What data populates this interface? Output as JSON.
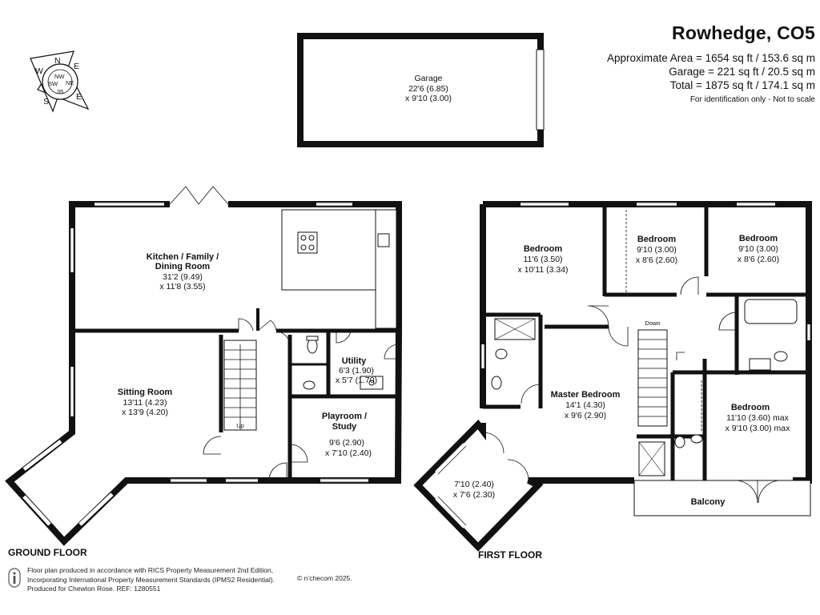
{
  "header": {
    "title": "Rowhedge, CO5",
    "approx_area": "Approximate Area = 1654 sq ft / 153.6 sq m",
    "garage_area": "Garage = 221 sq ft / 20.5 sq m",
    "total_area": "Total = 1875 sq ft / 174.1 sq m",
    "disclaimer": "For identification only - Not to scale"
  },
  "compass": {
    "n": "N",
    "e": "E",
    "s": "S",
    "w": "W",
    "nw": "NW",
    "ne": "NE",
    "sw": "SW",
    "deg": "35"
  },
  "garage": {
    "name": "Garage",
    "dim1": "22'6 (6.85)",
    "dim2": "x 9'10 (3.00)"
  },
  "ground_floor": {
    "label": "GROUND FLOOR",
    "kitchen": {
      "name1": "Kitchen / Family /",
      "name2": "Dining Room",
      "dim1": "31'2 (9.49)",
      "dim2": "x 11'8 (3.55)"
    },
    "sitting": {
      "name": "Sitting Room",
      "dim1": "13'11 (4.23)",
      "dim2": "x 13'9 (4.20)"
    },
    "utility": {
      "name": "Utility",
      "dim1": "6'3 (1.90)",
      "dim2": "x 5'7 (1.70)"
    },
    "playroom": {
      "name1": "Playroom /",
      "name2": "Study",
      "dim1": "9'6 (2.90)",
      "dim2": "x 7'10 (2.40)"
    },
    "stairs": "Up"
  },
  "first_floor": {
    "label": "FIRST FLOOR",
    "bedroom1": {
      "name": "Bedroom",
      "dim1": "11'6 (3.50)",
      "dim2": "x 10'11 (3.34)"
    },
    "bedroom2": {
      "name": "Bedroom",
      "dim1": "9'10 (3.00)",
      "dim2": "x 8'6 (2.60)"
    },
    "bedroom3": {
      "name": "Bedroom",
      "dim1": "9'10 (3.00)",
      "dim2": "x 8'6 (2.60)"
    },
    "master": {
      "name": "Master Bedroom",
      "dim1": "14'1 (4.30)",
      "dim2": "x 9'6 (2.90)"
    },
    "bay": {
      "dim1": "7'10 (2.40)",
      "dim2": "x 7'6 (2.30)"
    },
    "bedroom4": {
      "name": "Bedroom",
      "dim1": "11'10 (3.60) max",
      "dim2": "x 9'10 (3.00) max"
    },
    "balcony": "Balcony",
    "stairs": "Down"
  },
  "footer": {
    "line1": "Floor plan produced in accordance with RICS Property Measurement 2nd Edition,",
    "line2": "Incorporating International Property Measurement Standards (IPMS2 Residential).",
    "line3": "Produced for Chewton Rose.   REF: 1280551",
    "copyright": "© n’checom 2025."
  }
}
